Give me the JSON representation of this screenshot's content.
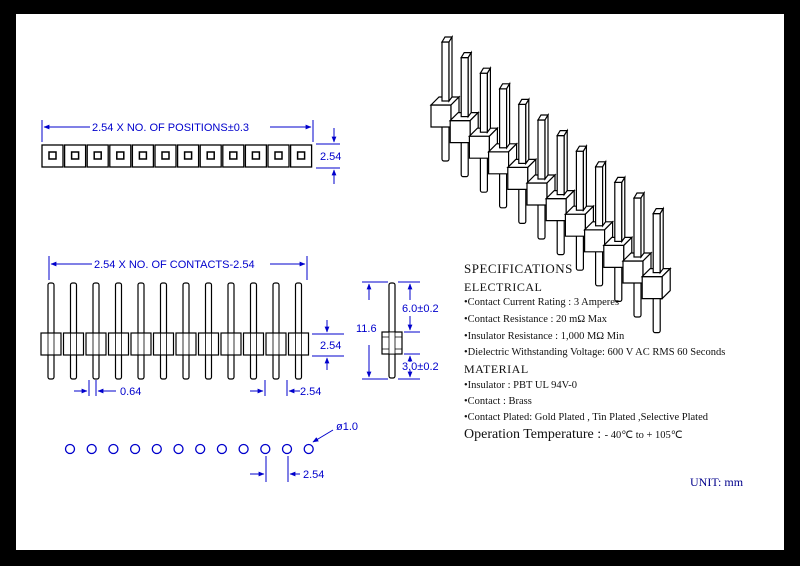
{
  "colors": {
    "frame": "#000000",
    "dimension": "#0000cc",
    "part": "#000000"
  },
  "top_view": {
    "dimension_label": "2.54 X NO. OF POSITIONS±0.3",
    "side_label": "2.54"
  },
  "front_view": {
    "dimension_label": "2.54 X NO. OF CONTACTS-2.54",
    "pin_width_label": "0.64",
    "pitch_label": "2.54",
    "insulator_label": "2.54"
  },
  "side_view": {
    "upper_label": "6.0±0.2",
    "total_label": "11.6",
    "lower_label": "3.0±0.2"
  },
  "pcb_layout": {
    "hole_label": "ø1.0",
    "pitch_label": "2.54"
  },
  "specifications": {
    "title": "SPECIFICATIONS",
    "electrical_heading": "ELECTRICAL",
    "electrical": [
      "•Contact Current Rating : 3 Amperes",
      "•Contact Resistance : 20 mΩ Max",
      "•Insulator Resistance : 1,000 MΩ Min",
      "•Dielectric Withstanding Voltage: 600 V AC RMS 60 Seconds"
    ],
    "material_heading": "MATERIAL",
    "material": [
      "•Insulator : PBT UL 94V-0",
      "•Contact : Brass",
      "•Contact Plated: Gold Plated , Tin Plated ,Selective Plated"
    ],
    "operation_label": "Operation Temperature :",
    "operation_value": "- 40℃ to + 105℃"
  },
  "unit_label": "UNIT: mm"
}
